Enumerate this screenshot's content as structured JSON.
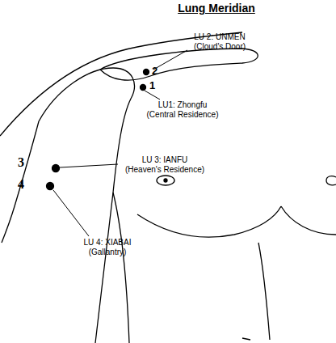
{
  "diagram": {
    "title": "Lung Meridian",
    "labels": [
      "LU 2: UNMEN",
      "(Cloud's Door)",
      "2",
      "1",
      "LU1: Zhongfu",
      "(Central Residence)",
      "3",
      "4",
      "LU 3: IANFU",
      "(Heaven's Residence)",
      "LU 4: XIABAI",
      "(Gallantry)"
    ]
  }
}
